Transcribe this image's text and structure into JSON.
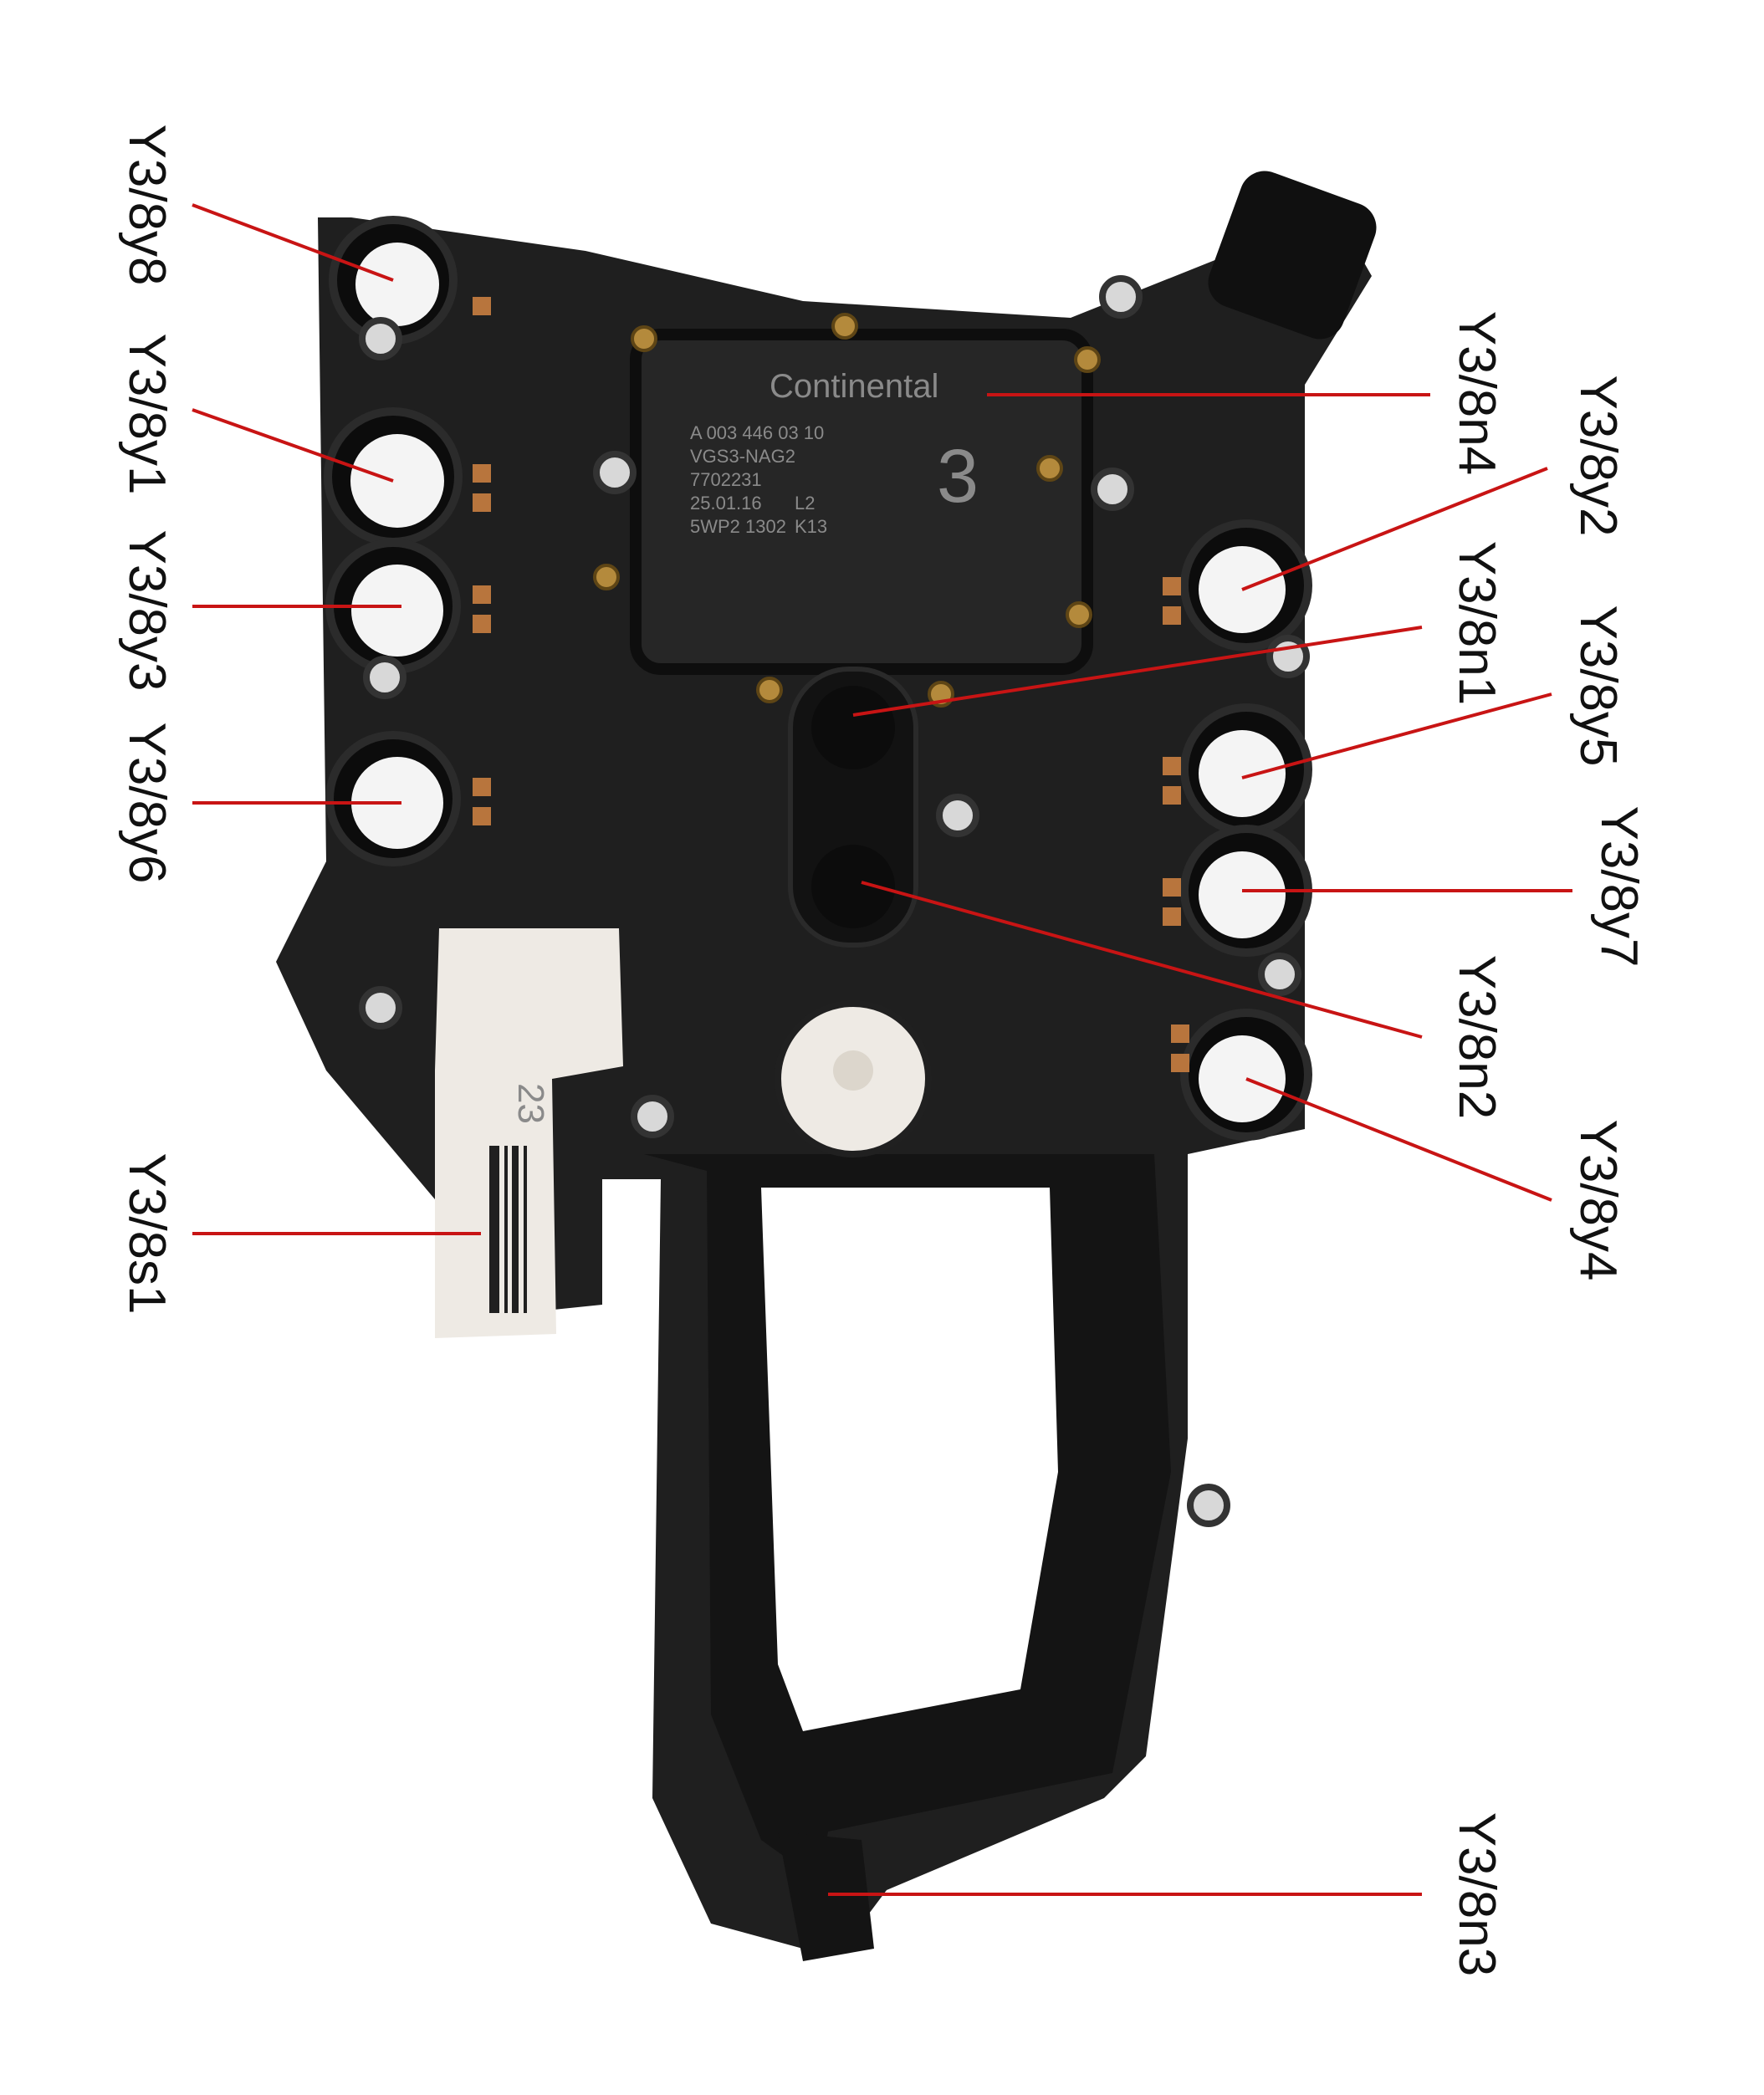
{
  "module": {
    "brand": "Continental",
    "label_lines": [
      "A 003 446 03 10",
      "VGS3-NAG2",
      "7702231",
      "25.01.16",
      "5WP2 1302"
    ],
    "label_codes": [
      "L2",
      "K13"
    ],
    "plate_number": "3",
    "sensor_tag": "23",
    "colors": {
      "housing": "#1f1f1f",
      "housing_dark": "#111111",
      "leader_line": "#c81414",
      "sensor_white": "#eeeae4"
    }
  },
  "callouts": {
    "y8": "Y3/8y8",
    "y1": "Y3/8y1",
    "y3": "Y3/8y3",
    "y6": "Y3/8y6",
    "s1": "Y3/8s1",
    "n4": "Y3/8n4",
    "y2": "Y3/8y2",
    "n1": "Y3/8n1",
    "y5": "Y3/8y5",
    "y7": "Y3/8y7",
    "n2": "Y3/8n2",
    "y4": "Y3/8y4",
    "n3": "Y3/8n3"
  }
}
